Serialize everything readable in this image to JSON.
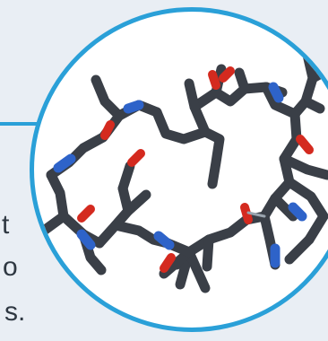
{
  "text_fragments": [
    "t",
    "o",
    "s."
  ],
  "colors": {
    "background": "#e9eef4",
    "circle_border": "#2aa0d8",
    "callout_line": "#2aa0d8",
    "carbon": "#3a3f47",
    "nitrogen": "#2e63c9",
    "oxygen": "#d42a1f",
    "text": "#2f3842"
  }
}
